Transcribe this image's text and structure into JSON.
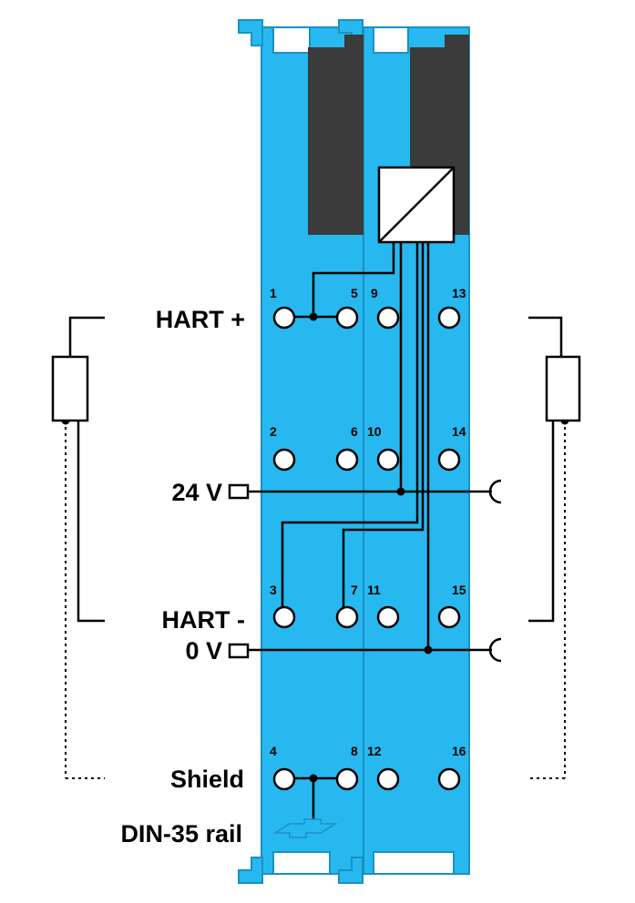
{
  "labels": {
    "hart_plus": "HART +",
    "v24": "24 V",
    "hart_minus": "HART -",
    "v0": "0 V",
    "shield": "Shield",
    "din_rail": "DIN-35 rail"
  },
  "terminals": [
    "1",
    "2",
    "3",
    "4",
    "5",
    "6",
    "7",
    "8",
    "9",
    "10",
    "11",
    "12",
    "13",
    "14",
    "15",
    "16"
  ],
  "colors": {
    "housing": "#27b8f0",
    "housing_dark": "#1a90c4",
    "connector": "#3b3b3b",
    "wire": "#000000"
  },
  "icons": {
    "converter": "dc-dc-converter-icon",
    "sensor_left": "resistor-sensor-icon",
    "sensor_right": "resistor-sensor-icon",
    "din_rail": "din-rail-icon"
  }
}
